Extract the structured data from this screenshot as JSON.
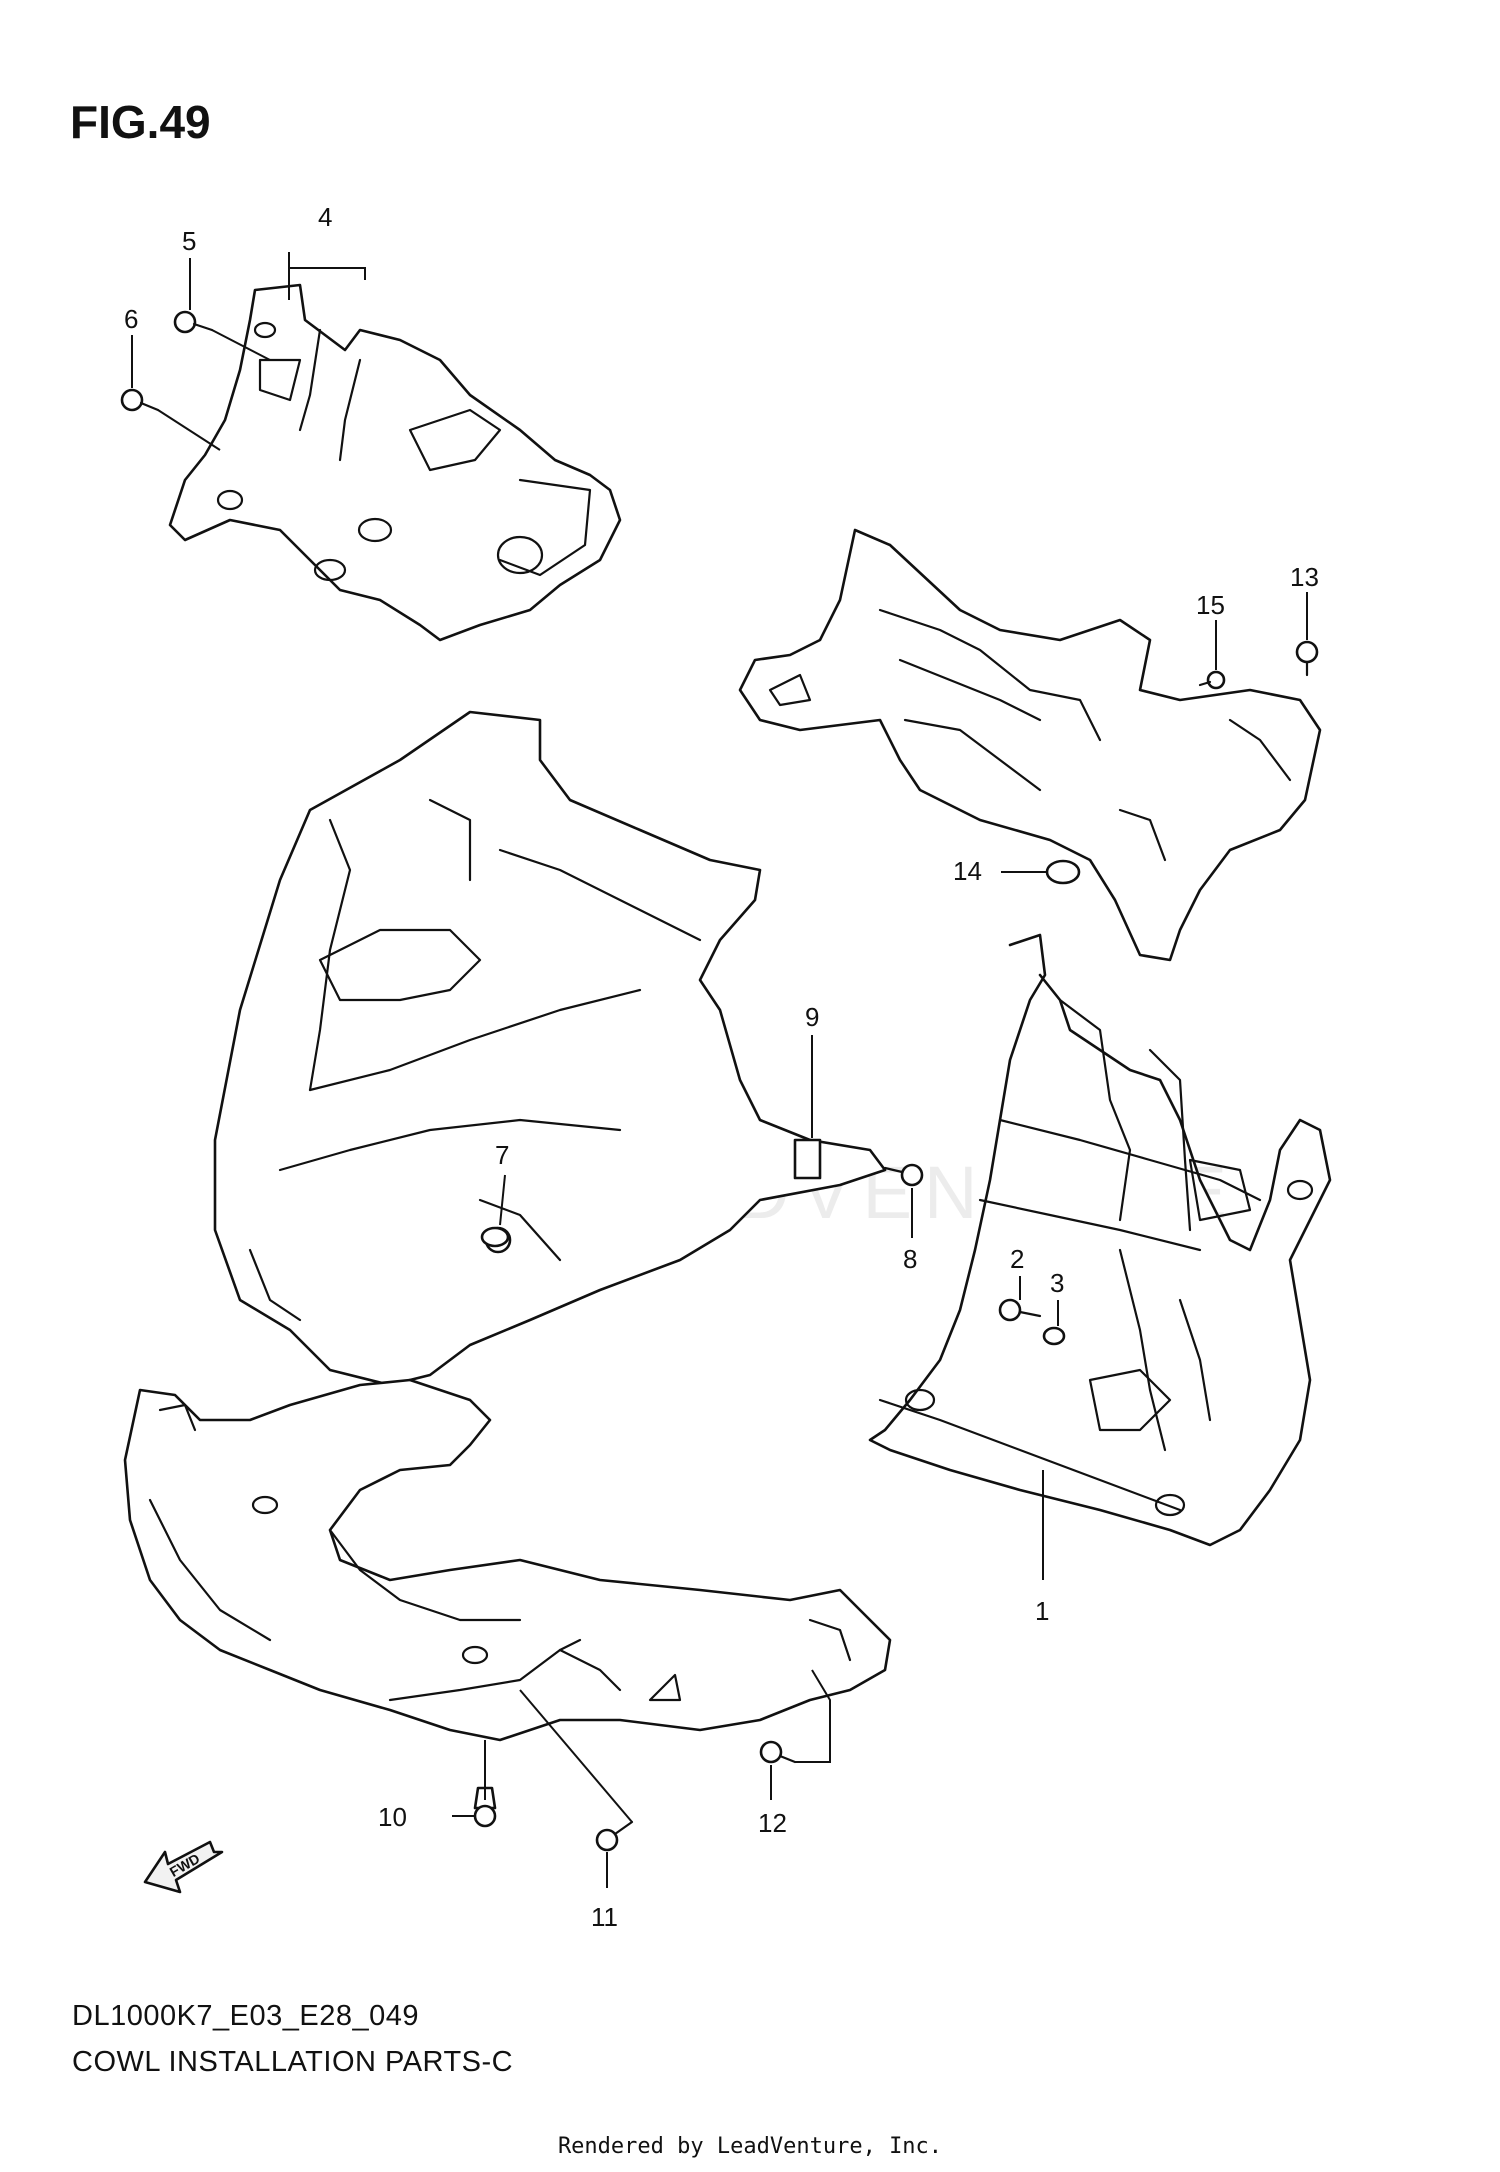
{
  "figure_title": "FIG.49",
  "caption_model": "DL1000K7_E03_E28_049",
  "caption_title": "COWL INSTALLATION PARTS-C",
  "footer": "Rendered by LeadVenture, Inc.",
  "watermark": "LEADVENTURE",
  "fwd_label": "FWD",
  "callouts": {
    "c1": "1",
    "c2": "2",
    "c3": "3",
    "c4": "4",
    "c5": "5",
    "c6": "6",
    "c7": "7",
    "c8": "8",
    "c9": "9",
    "c10": "10",
    "c11": "11",
    "c12": "12",
    "c13": "13",
    "c14": "14",
    "c15": "15"
  }
}
